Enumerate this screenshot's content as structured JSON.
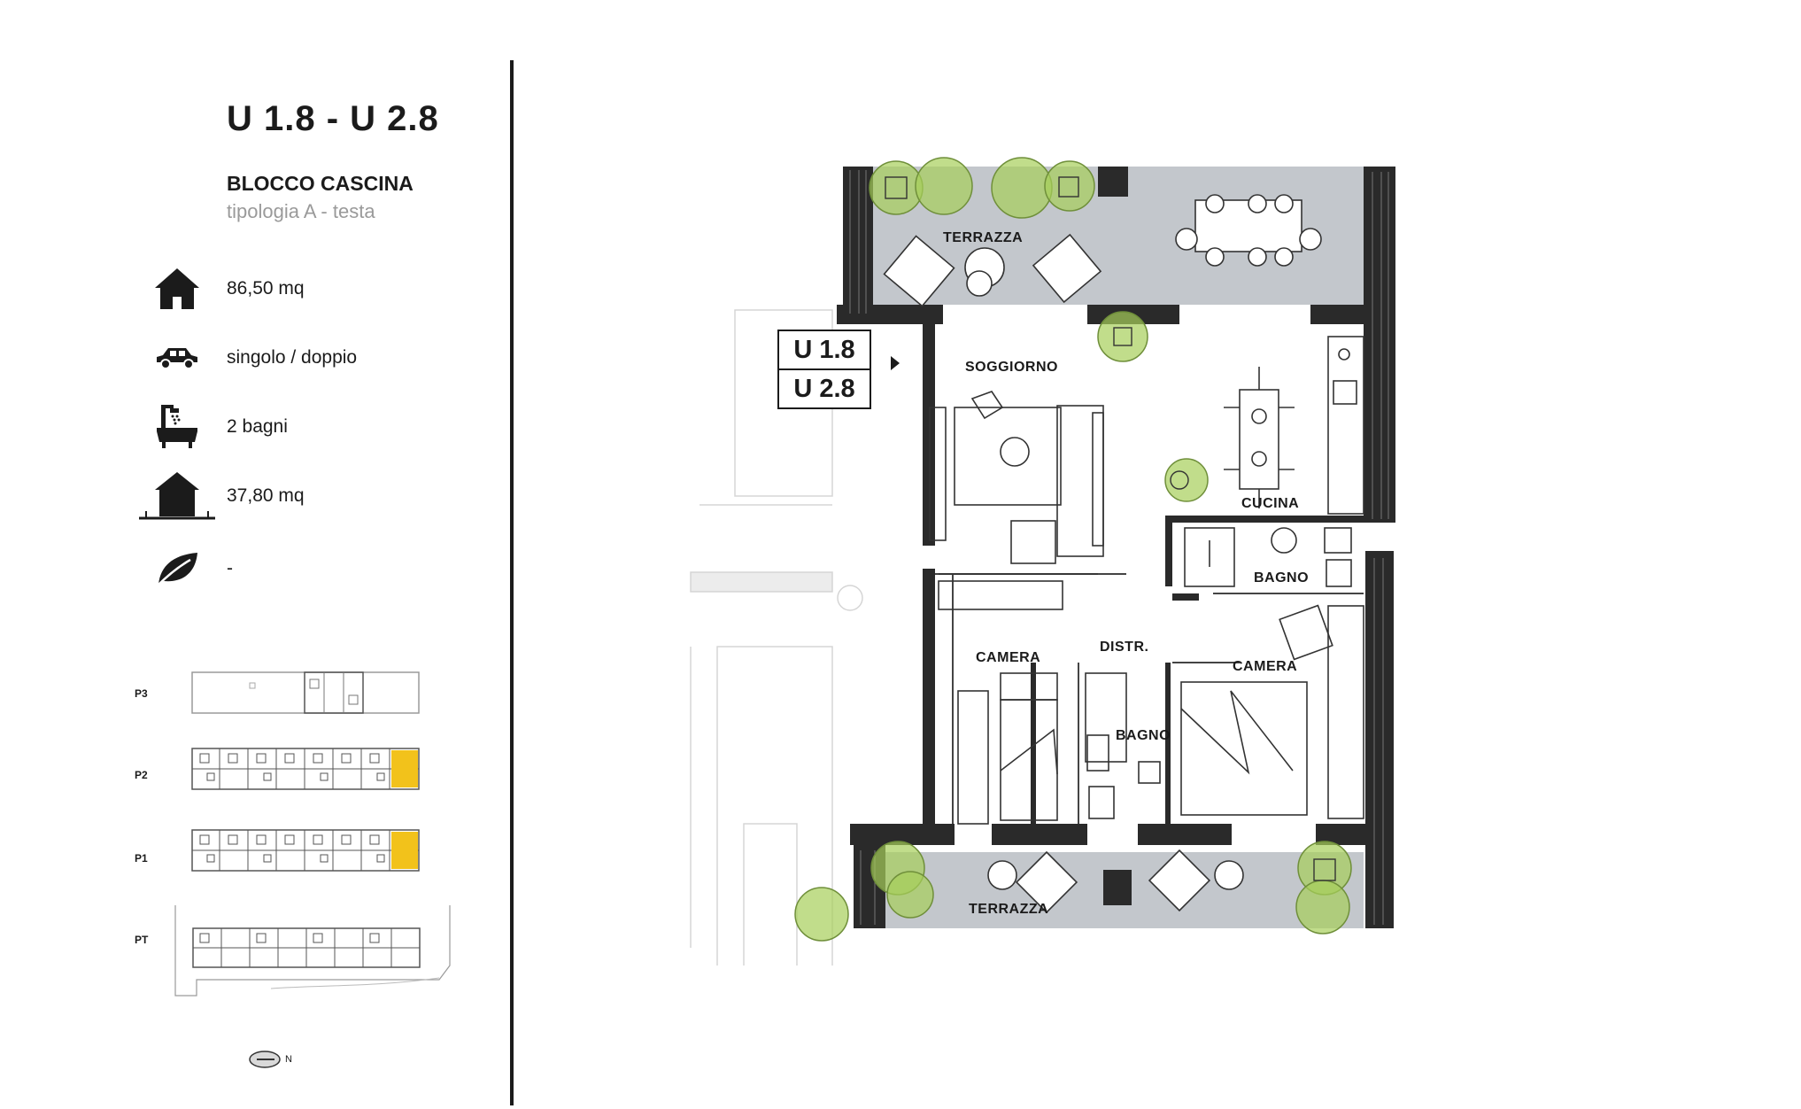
{
  "header": {
    "unit_title": "U 1.8 - U 2.8",
    "block": "BLOCCO CASCINA",
    "typology": "tipologia A - testa"
  },
  "specs": [
    {
      "icon": "house-icon",
      "text": "86,50 mq"
    },
    {
      "icon": "car-icon",
      "text": "singolo / doppio"
    },
    {
      "icon": "bathtub-icon",
      "text": "2 bagni"
    },
    {
      "icon": "terrace-house-icon",
      "text": "37,80 mq"
    },
    {
      "icon": "leaf-icon",
      "text": "-"
    }
  ],
  "levels": [
    "P3",
    "P2",
    "P1",
    "PT"
  ],
  "north_label": "N",
  "plan": {
    "unit_labels": [
      "U 1.8",
      "U 2.8"
    ],
    "rooms": {
      "terrace_top": "TERRAZZA",
      "living": "SOGGIORNO",
      "kitchen": "CUCINA",
      "bath_1": "BAGNO",
      "bedroom_1": "CAMERA",
      "hall": "DISTR.",
      "bath_2": "BAGNO",
      "bedroom_2": "CAMERA",
      "terrace_bottom": "TERRAZZA"
    }
  },
  "colors": {
    "highlight": "#f2c21b",
    "terrace_floor": "#c3c7cc",
    "plant_green": "#a6cf5a",
    "wall": "#2a2a2a"
  }
}
